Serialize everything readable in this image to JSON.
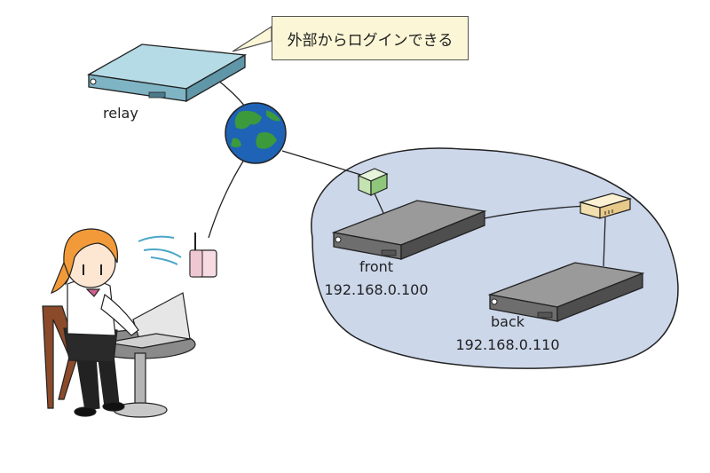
{
  "callout": {
    "text": "外部からログインできる"
  },
  "nodes": {
    "relay": {
      "name": "relay"
    },
    "front": {
      "name": "front",
      "ip": "192.168.0.100"
    },
    "back": {
      "name": "back",
      "ip": "192.168.0.110"
    }
  },
  "colors": {
    "relay_server": "#8fc1cf",
    "lan_server": "#6e6e6e",
    "lan_cloud": "#ccd7ea",
    "callout_bg": "#fbf7d6",
    "globe_ocean": "#1e63b5",
    "globe_land": "#3c9a3c"
  },
  "icons": [
    "server-icon",
    "globe-icon",
    "router-icon",
    "wifi-router-icon",
    "person-at-laptop-illustration"
  ]
}
